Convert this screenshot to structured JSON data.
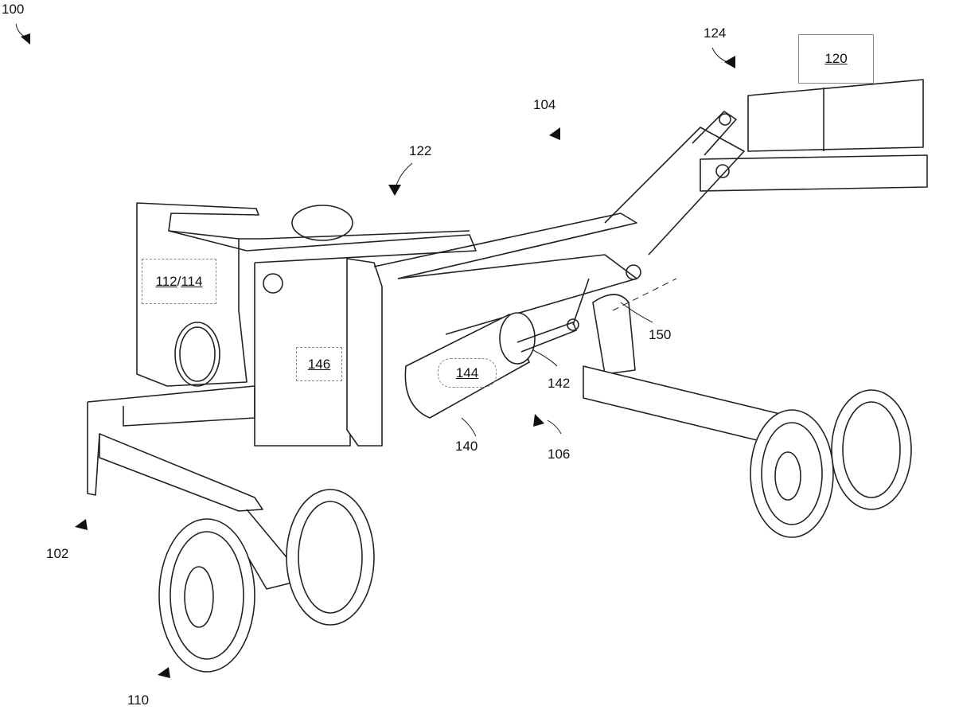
{
  "figure": {
    "title": "Figure 100",
    "reference_numerals": {
      "r100": "100",
      "r102": "102",
      "r104": "104",
      "r106": "106",
      "r110": "110",
      "r122": "122",
      "r124": "124",
      "r140": "140",
      "r142": "142",
      "r150": "150"
    },
    "boxed_labels": {
      "b112": "112",
      "b114": "114",
      "slash": "/",
      "b120": "120",
      "b144": "144",
      "b146": "146"
    }
  }
}
